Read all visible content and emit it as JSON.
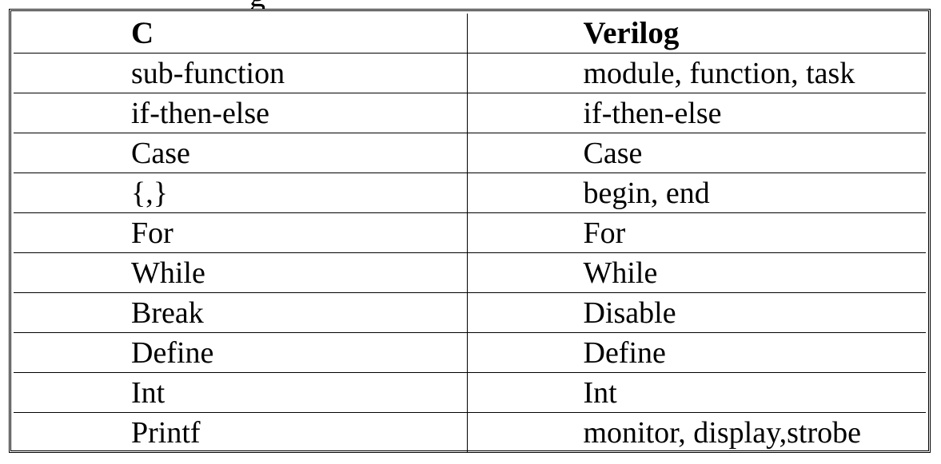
{
  "table": {
    "headers": [
      "C",
      "Verilog"
    ],
    "rows": [
      [
        "sub-function",
        "module, function, task"
      ],
      [
        "if-then-else",
        "if-then-else"
      ],
      [
        "Case",
        "Case"
      ],
      [
        "{,}",
        "begin, end"
      ],
      [
        "For",
        "For"
      ],
      [
        "While",
        "While"
      ],
      [
        "Break",
        "Disable"
      ],
      [
        "Define",
        "Define"
      ],
      [
        "Int",
        "Int"
      ],
      [
        "Printf",
        "monitor, display,strobe"
      ]
    ]
  }
}
